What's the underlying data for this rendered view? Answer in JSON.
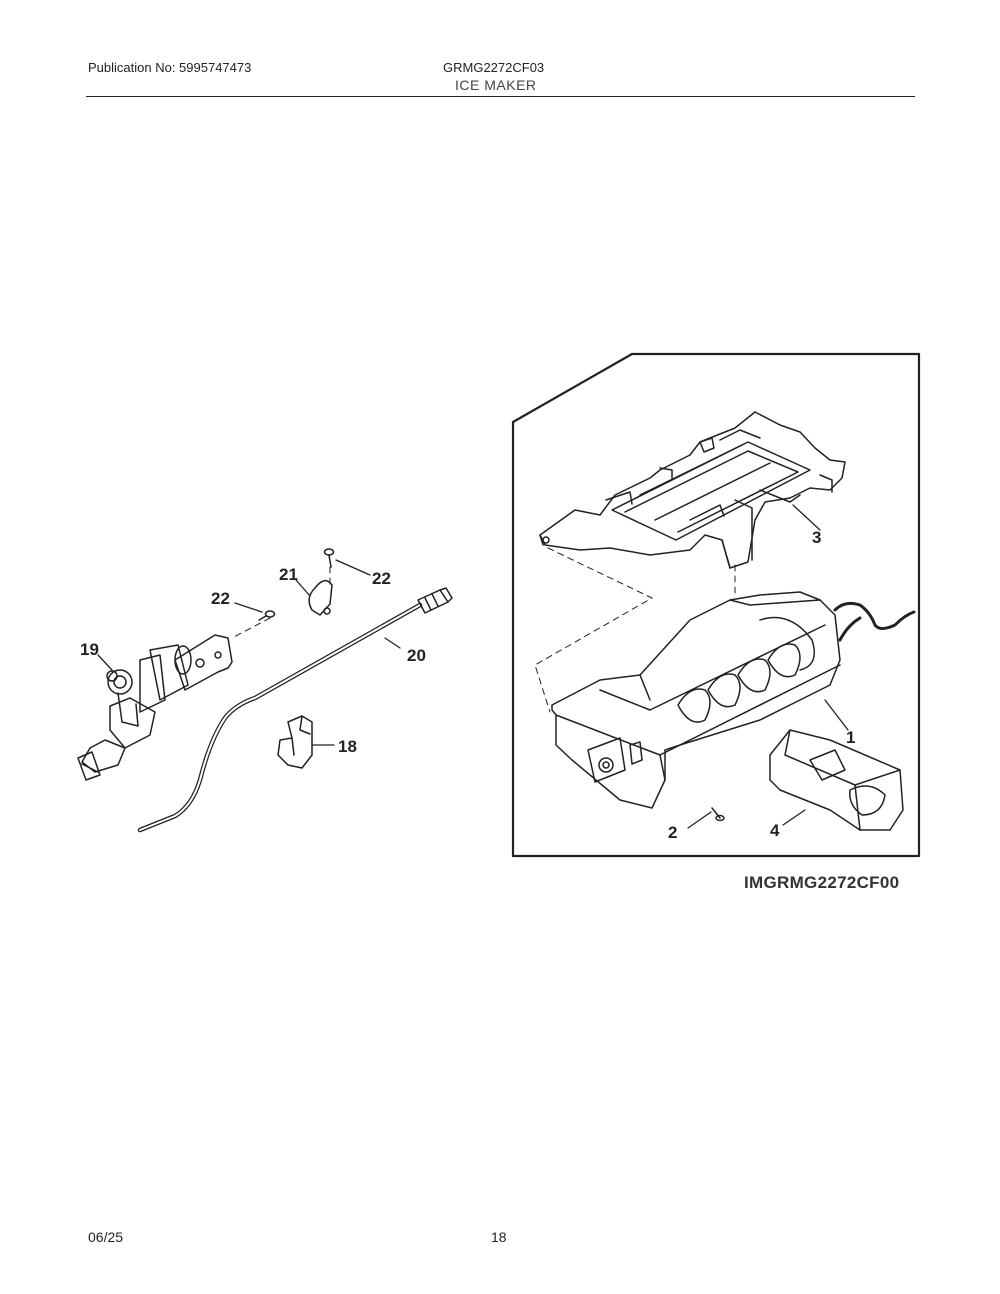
{
  "header": {
    "publication": "Publication No: 5995747473",
    "model": "GRMG2272CF03",
    "section": "ICE MAKER"
  },
  "callouts": {
    "c1": "1",
    "c2": "2",
    "c3": "3",
    "c4": "4",
    "c18": "18",
    "c19": "19",
    "c20": "20",
    "c21": "21",
    "c22a": "22",
    "c22b": "22"
  },
  "image_code": "IMGRMG2272CF00",
  "footer": {
    "date": "06/25",
    "page": "18"
  }
}
